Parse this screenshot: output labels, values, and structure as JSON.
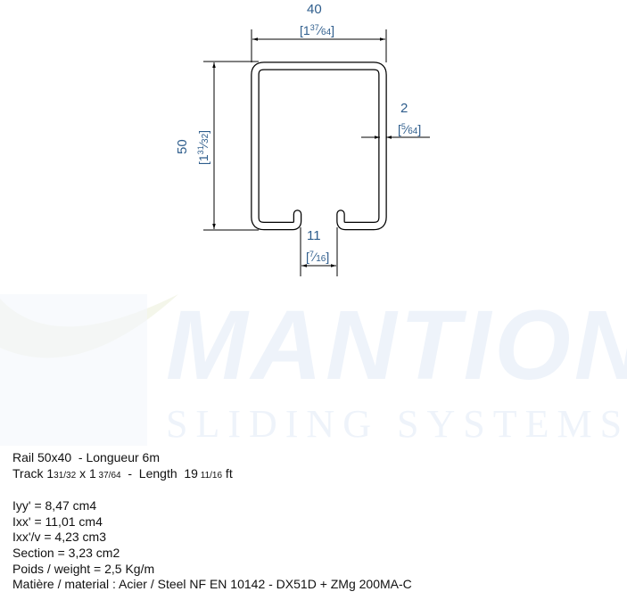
{
  "watermark": {
    "brand": "MANTION",
    "tagline": "SLIDING SYSTEMS"
  },
  "dimensions": {
    "width": {
      "mm": "40",
      "inch_whole": "1",
      "inch_num": "37",
      "inch_den": "64"
    },
    "height": {
      "mm": "50",
      "inch_whole": "1",
      "inch_num": "31",
      "inch_den": "32"
    },
    "thickness": {
      "mm": "2",
      "inch_num": "5",
      "inch_den": "64"
    },
    "slot": {
      "mm": "11",
      "inch_num": "7",
      "inch_den": "16"
    }
  },
  "specs": {
    "title": "Rail 50x40  - Longueur 6m",
    "track_prefix": "Track 1",
    "track_h_frac": "31/32",
    "track_x": " x 1",
    "track_w_frac": " 37/64",
    "track_sep": "  -  Length  19",
    "length_frac": " 11/16",
    "length_unit": " ft",
    "iyy": "Iyy' = 8,47 cm4",
    "ixx": "Ixx' = 11,01 cm4",
    "ixxv": "Ixx'/v = 4,23 cm3",
    "section": "Section = 3,23 cm2",
    "weight": "Poids / weight = 2,5 Kg/m",
    "material": "Matière / material : Acier / Steel NF EN 10142 - DX51D + ZMg 200MA-C"
  }
}
